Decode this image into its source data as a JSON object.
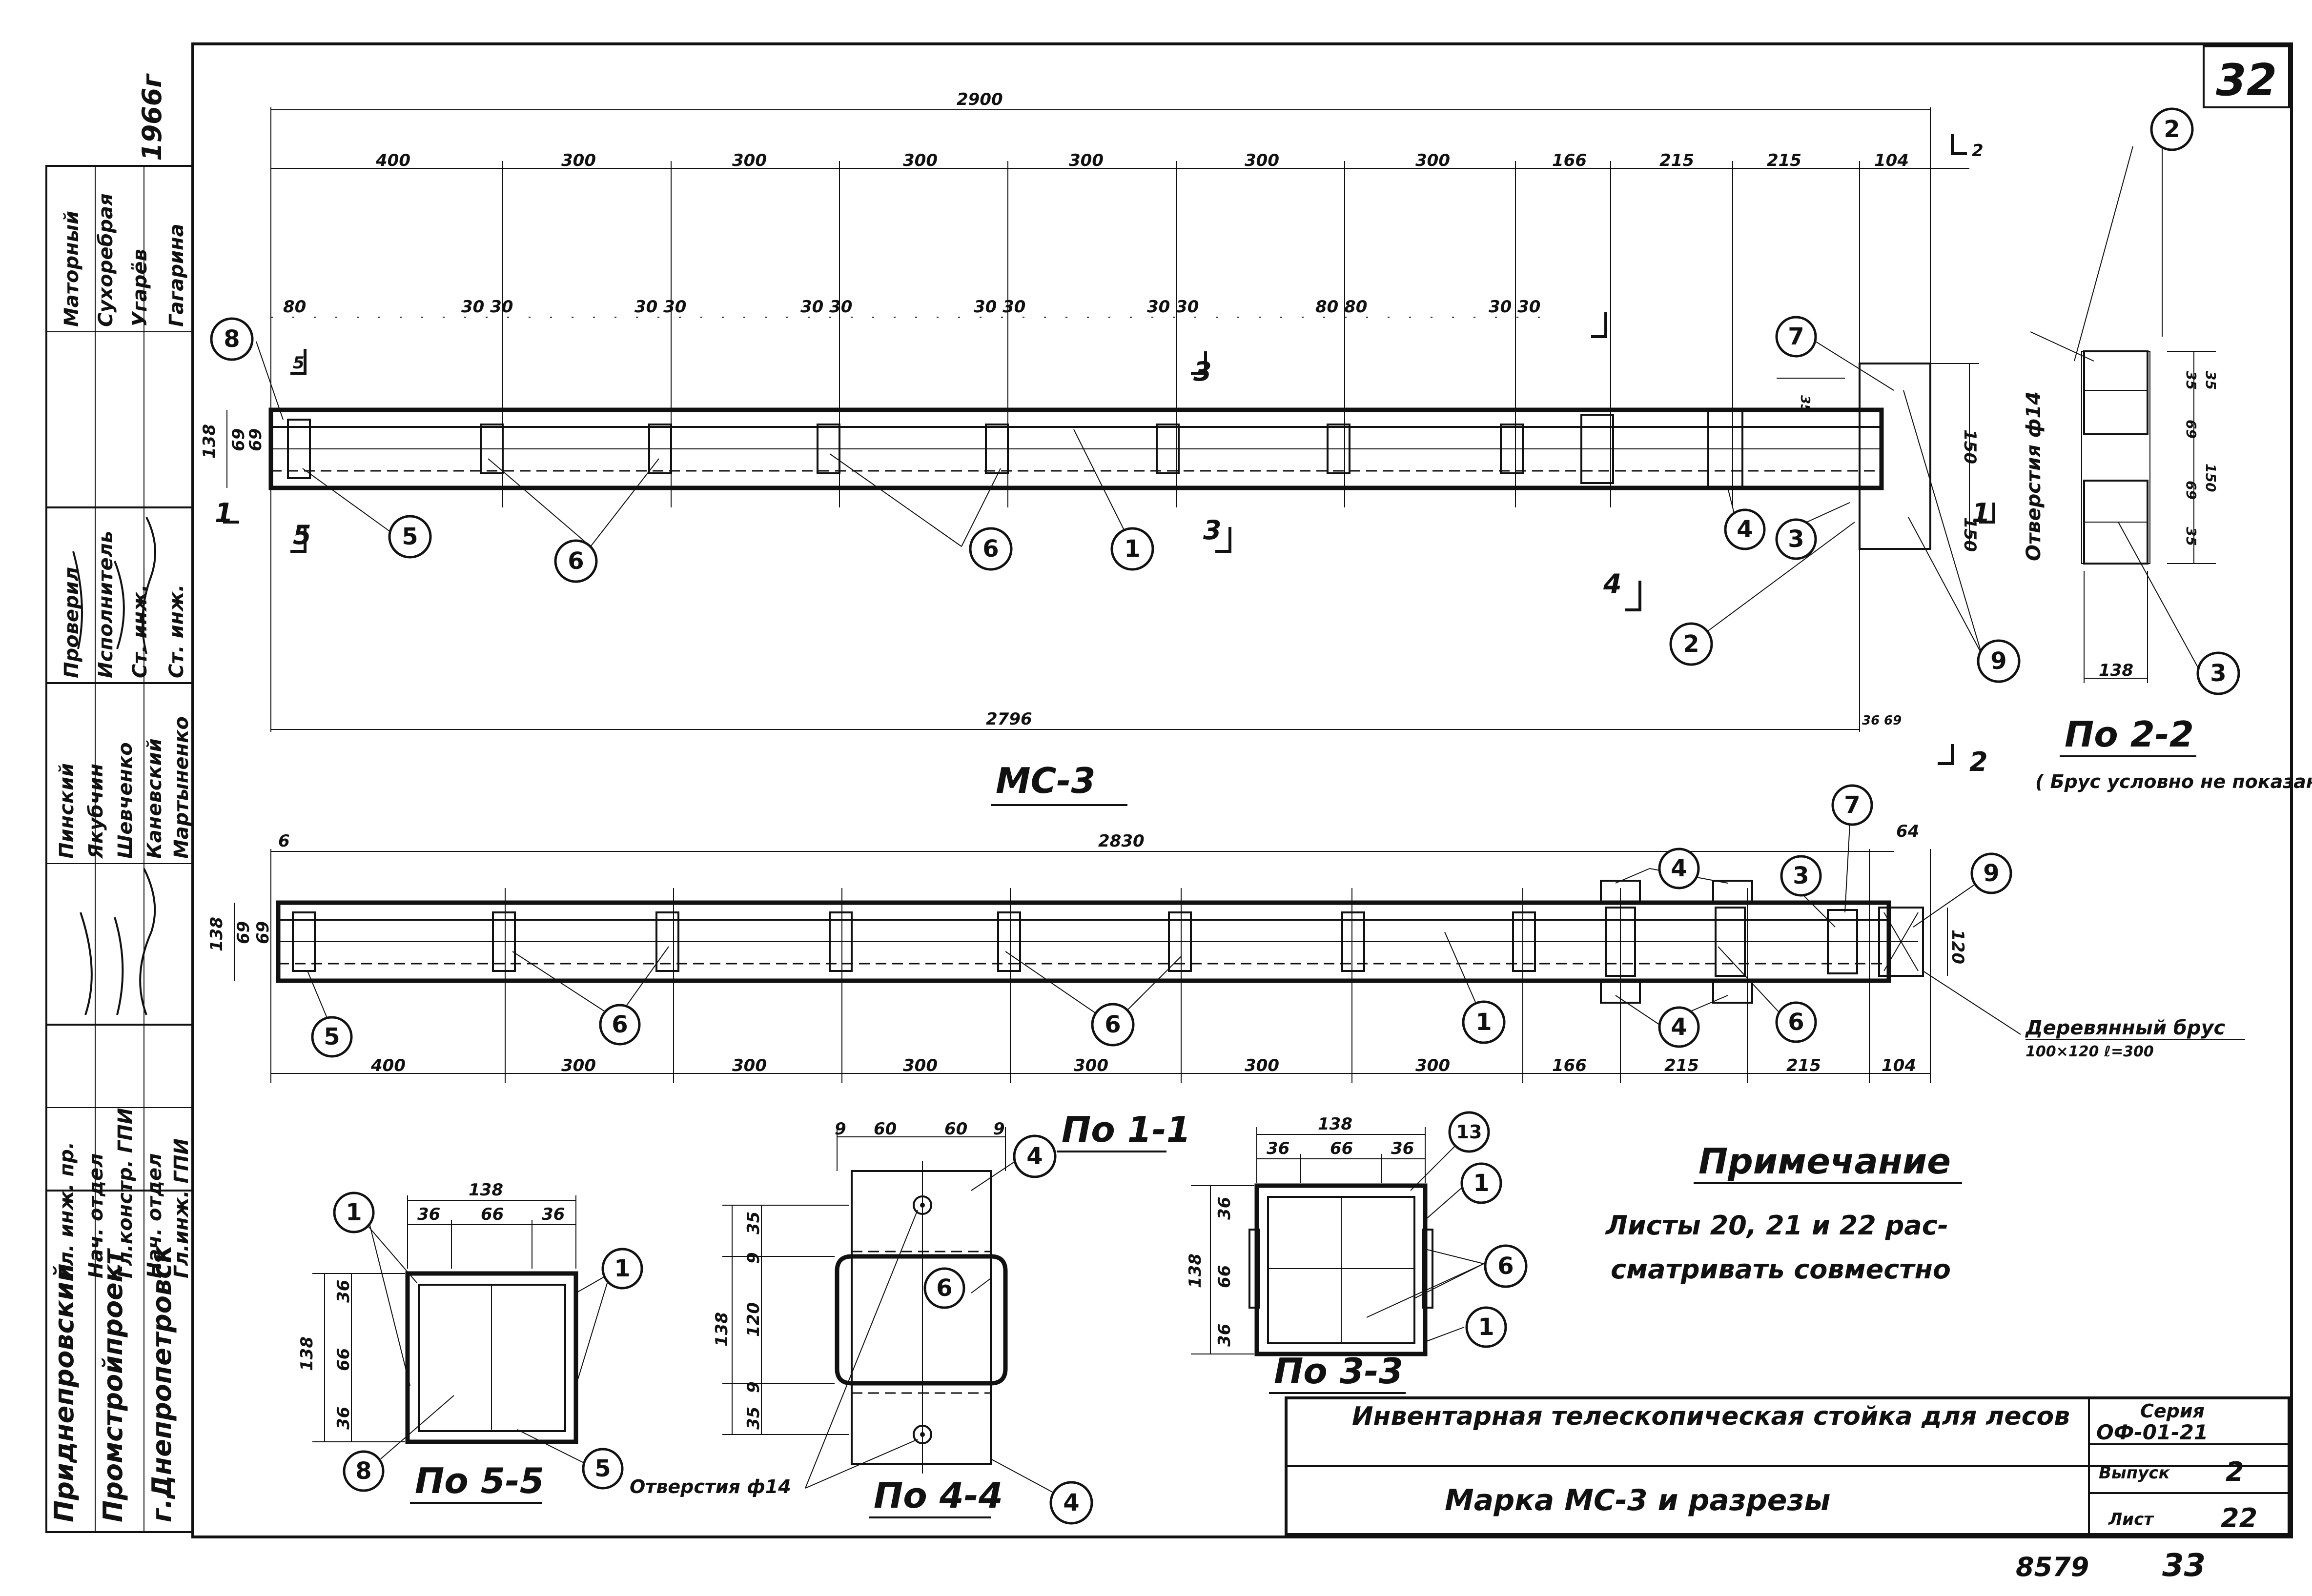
{
  "sheet": {
    "number": "32",
    "year": "1966г",
    "bottom_left_number": "8579",
    "bottom_right_number": "33"
  },
  "side_stamp": {
    "org": [
      "Приднепровский",
      "Промстройпроект",
      "г.Днепропетровск"
    ],
    "roles": [
      "Гл.инж. ГПИ",
      "Нач. отдел",
      "Гл.констр. ГПИ",
      "Нач. отдел",
      "Гл. инж. пр.",
      "Ст. инж.",
      "Ст. инж.",
      "Исполнитель",
      "Проверил"
    ],
    "names": [
      "Мартыненко",
      "Каневский",
      "Шевченко",
      "Якубчин",
      "Пинский",
      "Гагарина",
      "Угарёв",
      "Сухоребрая",
      "Маторный"
    ]
  },
  "title_block": {
    "title": "Инвентарная телескопическая стойка для лесов",
    "subtitle": "Марка МС-3 и разрезы",
    "series_label": "Серия",
    "series_value": "ОФ-01-21",
    "issue_label": "Выпуск",
    "issue_value": "2",
    "sheet_label": "Лист",
    "sheet_value": "22"
  },
  "view_top": {
    "label": "МС-3",
    "overall": "2900",
    "bottom_overall": "2796",
    "spans": [
      "400",
      "300",
      "300",
      "300",
      "300",
      "300",
      "300",
      "166",
      "215",
      "215",
      "104"
    ],
    "pairs": [
      "80",
      "30 30",
      "30 30",
      "30 30",
      "30 30",
      "30 30",
      "80 80",
      "30 30"
    ],
    "side_dims": [
      "138",
      "69",
      "69"
    ],
    "right_dims": [
      "150",
      "150"
    ],
    "end_dims": [
      "36",
      "69"
    ],
    "cut_marks": [
      "5",
      "1",
      "3",
      "5",
      "3",
      "4",
      "1",
      "2",
      "2"
    ],
    "callouts": [
      "8",
      "5",
      "6",
      "6",
      "1",
      "4",
      "3",
      "2",
      "7",
      "9"
    ],
    "small_dim": "35"
  },
  "view_bottom": {
    "overall": "2830",
    "left_offset": "6",
    "right_offset": "64",
    "spans": [
      "400",
      "300",
      "300",
      "300",
      "300",
      "300",
      "300",
      "166",
      "215",
      "215",
      "104"
    ],
    "side_dims": [
      "138",
      "69",
      "69"
    ],
    "right_dim": "120",
    "callouts": [
      "5",
      "6",
      "6",
      "1",
      "6",
      "4",
      "4",
      "3",
      "7",
      "9"
    ],
    "timber_label": "Деревянный брус",
    "timber_size": "100×120 ℓ=300"
  },
  "section_22": {
    "label": "По 2-2",
    "note": "( Брус условно не показан ).",
    "hole": "Отверстия ф14",
    "dims": [
      "35",
      "35",
      "69",
      "150",
      "150",
      "35",
      "69"
    ],
    "bottom_dim": "138",
    "callouts": [
      "2",
      "3"
    ]
  },
  "section_55": {
    "label": "По 5-5",
    "top": "138",
    "top_parts": [
      "36",
      "66",
      "36"
    ],
    "left": "138",
    "left_parts": [
      "36",
      "66",
      "36"
    ],
    "callouts": [
      "1",
      "1",
      "8",
      "5"
    ]
  },
  "section_44": {
    "label": "По 4-4",
    "top_parts": [
      "9",
      "60",
      "60",
      "9"
    ],
    "left": "138",
    "left_parts": [
      "35",
      "9",
      "120",
      "9",
      "35"
    ],
    "hole": "Отверстия ф14",
    "callouts": [
      "4",
      "6",
      "4"
    ]
  },
  "section_11": {
    "label": "По 1-1"
  },
  "section_33": {
    "label": "По 3-3",
    "top": "138",
    "top_parts": [
      "36",
      "66",
      "36"
    ],
    "left": "138",
    "left_parts": [
      "36",
      "66",
      "36"
    ],
    "callouts": [
      "13",
      "1",
      "6",
      "1"
    ]
  },
  "note": {
    "heading": "Примечание",
    "text": [
      "Листы 20, 21 и 22 рас-",
      "сматривать совместно"
    ]
  }
}
